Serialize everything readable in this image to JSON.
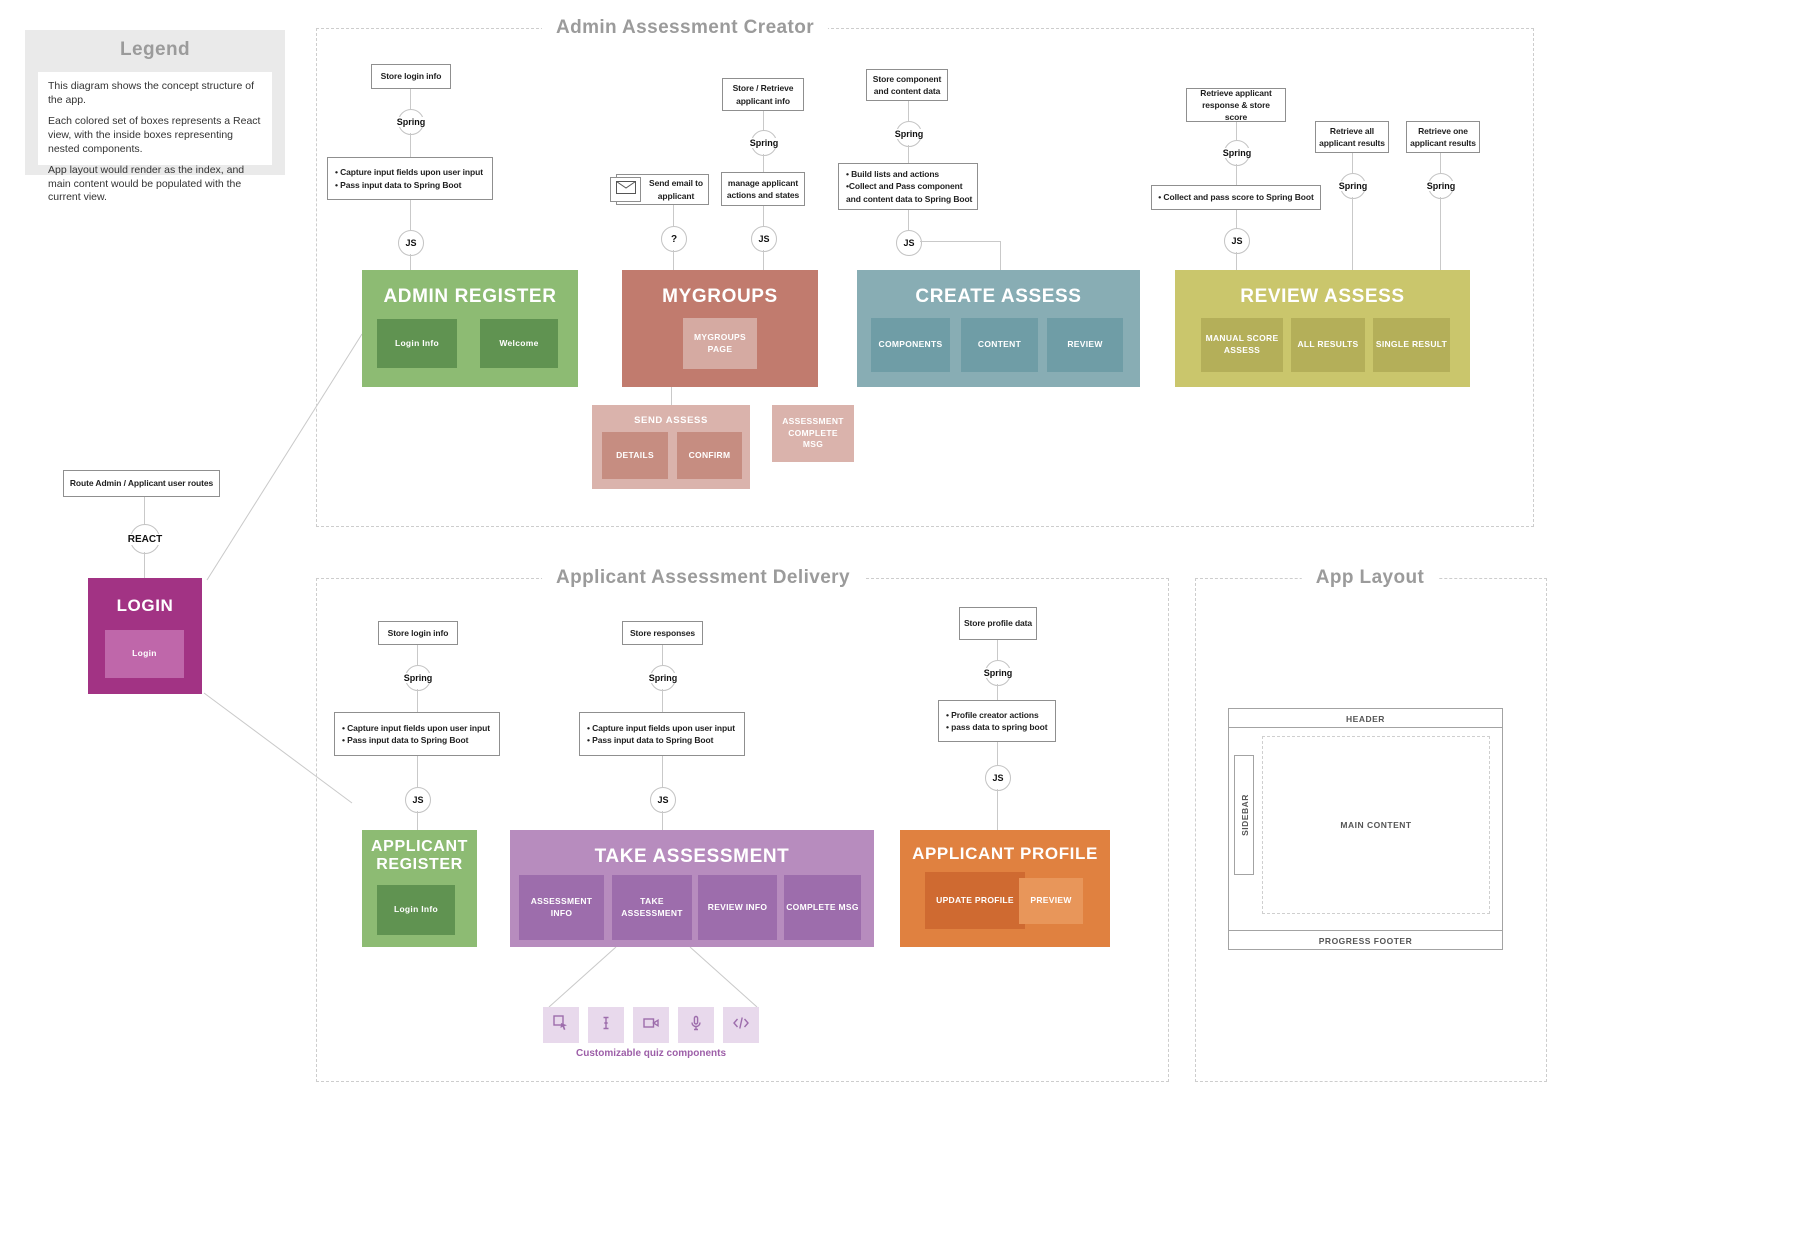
{
  "legend": {
    "title": "Legend",
    "p1": "This diagram shows the concept structure of the app.",
    "p2": "Each colored set of boxes represents a React view, with the inside boxes representing nested components.",
    "p3": "App layout would render as the index, and main content would be populated with the current view."
  },
  "login_flow": {
    "route_label": "Route Admin / Applicant user routes",
    "react_label": "REACT",
    "view_title": "LOGIN",
    "component": "Login"
  },
  "admin_section": {
    "title": "Admin Assessment Creator",
    "register": {
      "store_label": "Store login info",
      "spring_label": "Spring",
      "notes": [
        "• Capture input fields upon user input",
        "• Pass input data to Spring Boot"
      ],
      "js_label": "JS",
      "view_title": "ADMIN REGISTER",
      "components": [
        "Login Info",
        "Welcome"
      ]
    },
    "mygroups": {
      "store_label": "Store / Retrieve applicant info",
      "spring_label": "Spring",
      "manage_label": "manage applicant actions and states",
      "email_label": "Send email to applicant",
      "question_label": "?",
      "js_label": "JS",
      "view_title": "MYGROUPS",
      "components": [
        "MYGROUPS PAGE"
      ],
      "send_assess": {
        "title": "SEND ASSESS",
        "components": [
          "DETAILS",
          "CONFIRM"
        ]
      },
      "complete_msg": "ASSESSMENT COMPLETE MSG"
    },
    "create": {
      "store_label": "Store component and content data",
      "spring_label": "Spring",
      "notes": [
        "• Build lists and actions",
        "•Collect and Pass component and content data to Spring Boot"
      ],
      "js_label": "JS",
      "view_title": "CREATE ASSESS",
      "components": [
        "COMPONENTS",
        "CONTENT",
        "REVIEW"
      ]
    },
    "review": {
      "store_label": "Retrieve applicant response & store score",
      "spring_label": "Spring",
      "notes": [
        "• Collect and pass score to Spring Boot"
      ],
      "js_label": "JS",
      "all_results_label": "Retrieve all applicant results",
      "all_results_spring": "Spring",
      "one_result_label": "Retrieve one applicant results",
      "one_result_spring": "Spring",
      "view_title": "REVIEW ASSESS",
      "components": [
        "MANUAL SCORE ASSESS",
        "ALL RESULTS",
        "SINGLE RESULT"
      ]
    }
  },
  "applicant_section": {
    "title": "Applicant Assessment Delivery",
    "register": {
      "store_label": "Store login info",
      "spring_label": "Spring",
      "notes": [
        "• Capture input fields upon user input",
        "• Pass input data to Spring Boot"
      ],
      "js_label": "JS",
      "view_title": "APPLICANT REGISTER",
      "components": [
        "Login Info"
      ]
    },
    "take": {
      "store_label": "Store responses",
      "spring_label": "Spring",
      "notes": [
        "• Capture input fields upon user input",
        "• Pass input data to Spring Boot"
      ],
      "js_label": "JS",
      "view_title": "TAKE ASSESSMENT",
      "components": [
        "ASSESSMENT INFO",
        "TAKE ASSESSMENT",
        "REVIEW INFO",
        "COMPLETE MSG"
      ],
      "quiz_icons": [
        "select-tool-icon",
        "text-cursor-icon",
        "video-icon",
        "microphone-icon",
        "code-icon"
      ],
      "quiz_caption": "Customizable quiz components"
    },
    "profile": {
      "store_label": "Store profile data",
      "spring_label": "Spring",
      "notes": [
        "• Profile creator actions",
        "•  pass data to spring boot"
      ],
      "js_label": "JS",
      "view_title": "APPLICANT PROFILE",
      "components": [
        "UPDATE PROFILE",
        "PREVIEW"
      ]
    }
  },
  "app_layout_section": {
    "title": "App Layout",
    "header_label": "HEADER",
    "sidebar_label": "SIDEBAR",
    "main_label": "MAIN CONTENT",
    "footer_label": "PROGRESS FOOTER"
  },
  "colors": {
    "green_view": "#8dbb73",
    "green_component": "#609351",
    "brick_view": "#c17b6e",
    "brick_component": "#d5aaa2",
    "pink_subview": "#dab3ac",
    "pink_component": "#c68d81",
    "teal_view": "#88adb4",
    "teal_component": "#6f9da6",
    "olive_view": "#cac66c",
    "olive_component": "#b4af59",
    "magenta_view": "#a23384",
    "magenta_component": "#bf67aa",
    "purple_view": "#b78cbe",
    "purple_component": "#9d6dac",
    "orange_view": "#e08140",
    "orange_component": "#cf6a31",
    "orange_preview": "#e8965a",
    "quiz_tile": "#e8d9ec",
    "quiz_icon": "#9d6dac",
    "quiz_caption": "#9d5fa8"
  }
}
